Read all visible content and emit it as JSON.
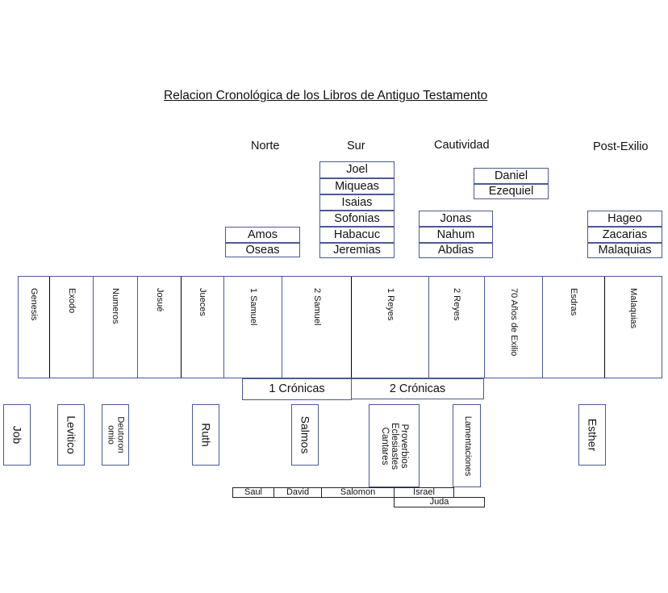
{
  "title": "Relacion Cronológica de los Libros de Antiguo Testamento",
  "headers": {
    "norte": "Norte",
    "sur": "Sur",
    "cautividad": "Cautividad",
    "post_exilio": "Post-Exilio"
  },
  "norte_prophets": [
    "Amos",
    "Oseas"
  ],
  "sur_prophets": [
    "Joel",
    "Miqueas",
    "Isaias",
    "Sofonias",
    "Habacuc",
    "Jeremias"
  ],
  "cautividad_prophets": [
    "Daniel",
    "Ezequiel"
  ],
  "other_prophets": [
    "Jonas",
    "Nahum",
    "Abdias"
  ],
  "post_exilio_prophets": [
    "Hageo",
    "Zacarias",
    "Malaquias"
  ],
  "timeline": [
    "Genesis",
    "Exodo",
    "Numeros",
    "Josué",
    "Jueces",
    "1 Samuel",
    "2 Samuel",
    "1 Reyes",
    "2 Reyes",
    "70 Años de Exilio",
    "Esdras",
    "Malaquias"
  ],
  "cronicas": [
    "1 Crónicas",
    "2 Crónicas"
  ],
  "side_books": {
    "job": "Job",
    "levitico": "Levitico",
    "deuteronomio": "Deutoron\nomio",
    "ruth": "Ruth",
    "salmos": "Salmos",
    "sabiduria": "Proverbios\nEclesiastes\nCantares",
    "lamentaciones": "Lamentaciones",
    "esther": "Esther"
  },
  "eras": [
    "Saul",
    "David",
    "Salomon",
    "Israel",
    "Juda"
  ]
}
